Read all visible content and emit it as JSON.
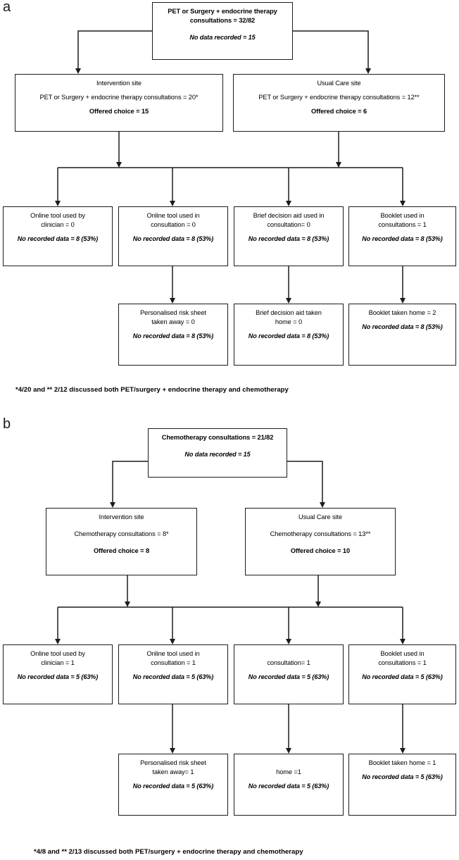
{
  "figure": {
    "panels": [
      {
        "letter": "a",
        "footnote": "*4/20 and ** 2/12 discussed both PET/surgery + endocrine therapy and chemotherapy",
        "root": {
          "line1": "PET or Surgery + endocrine therapy",
          "line2": "consultations = 32/82",
          "note": "No data recorded = 15"
        },
        "sites": [
          {
            "title": "Intervention site",
            "detail": "PET or Surgery + endocrine therapy consultations = 20*",
            "choice": "Offered choice = 15"
          },
          {
            "title": "Usual Care site",
            "detail": "PET or Surgery + endocrine therapy consultations = 12**",
            "choice": "Offered choice = 6"
          }
        ],
        "use_row": [
          {
            "line1": "Online tool used by",
            "line2": "clinician = 0",
            "note": "No recorded data = 8 (53%)"
          },
          {
            "line1": "Online tool used in",
            "line2": "consultation = 0",
            "note": "No recorded data = 8 (53%)"
          },
          {
            "line1": "Brief decision aid used in",
            "line2": "consultation= 0",
            "note": "No recorded data = 8 (53%)"
          },
          {
            "line1": "Booklet used in",
            "line2": "consultations = 1",
            "note": "No recorded data = 8 (53%)"
          }
        ],
        "take_row": [
          {
            "line1": "Personalised risk sheet",
            "line2": "taken away = 0",
            "note": "No recorded data = 8 (53%)"
          },
          {
            "line1": "Brief decision aid taken",
            "line2": "home = 0",
            "note": "No recorded data = 8 (53%)"
          },
          {
            "line1": "Booklet taken home = 2",
            "line2": "",
            "note": "No recorded data = 8 (53%)"
          }
        ]
      },
      {
        "letter": "b",
        "footnote": "*4/8 and ** 2/13 discussed both PET/surgery + endocrine therapy and chemotherapy",
        "root": {
          "line1": "Chemotherapy consultations = 21/82",
          "line2": "",
          "note": "No data recorded = 15"
        },
        "sites": [
          {
            "title": "Intervention site",
            "detail": "Chemotherapy consultations = 8*",
            "choice": "Offered choice = 8"
          },
          {
            "title": "Usual Care site",
            "detail": "Chemotherapy consultations = 13**",
            "choice": "Offered choice = 10"
          }
        ],
        "use_row": [
          {
            "line1": "Online tool used by",
            "line2": "clinician = 1",
            "note": "No recorded data = 5 (63%)"
          },
          {
            "line1": "Online tool used in",
            "line2": "consultation = 1",
            "note": "No recorded data = 5 (63%)"
          },
          {
            "line1": "consultation= 1",
            "line2": "",
            "note": "No recorded data = 5 (63%)"
          },
          {
            "line1": "Booklet used in",
            "line2": "consultations = 1",
            "note": "No recorded data = 5 (63%)"
          }
        ],
        "take_row": [
          {
            "line1": "Personalised risk sheet",
            "line2": "taken away= 1",
            "note": "No recorded data = 5 (63%)"
          },
          {
            "line1": "home =1",
            "line2": "",
            "note": "No recorded data = 5 (63%)"
          },
          {
            "line1": "Booklet taken home = 1",
            "line2": "",
            "note": "No recorded data = 5 (63%)"
          }
        ]
      }
    ],
    "colors": {
      "stroke": "#1c1c1c",
      "background": "#ffffff",
      "text": "#000000"
    }
  }
}
